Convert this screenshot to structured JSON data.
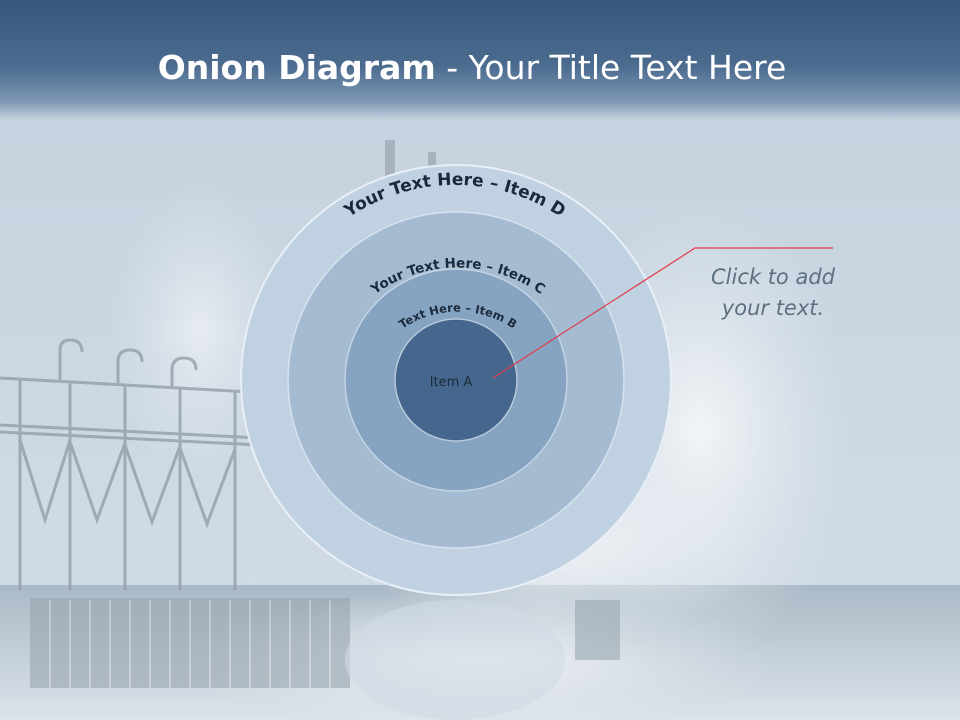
{
  "title": {
    "bold": "Onion Diagram",
    "rest": " - Your Title Text Here"
  },
  "rings": [
    {
      "label": "Your Text Here – Item D",
      "color": "#c0d2e2"
    },
    {
      "label": "Your Text Here – Item C",
      "color": "#a4bbd2"
    },
    {
      "label": "Text Here – Item B",
      "color": "#86a4c1"
    },
    {
      "label": "Item A",
      "color": "#46678d"
    }
  ],
  "callout": {
    "text": "Click  to add\nyour text.",
    "line_color": "#e23a46"
  },
  "colors": {
    "header": "#3b5b80",
    "title_text": "#ffffff",
    "ring_text": "#1a2a3c"
  }
}
